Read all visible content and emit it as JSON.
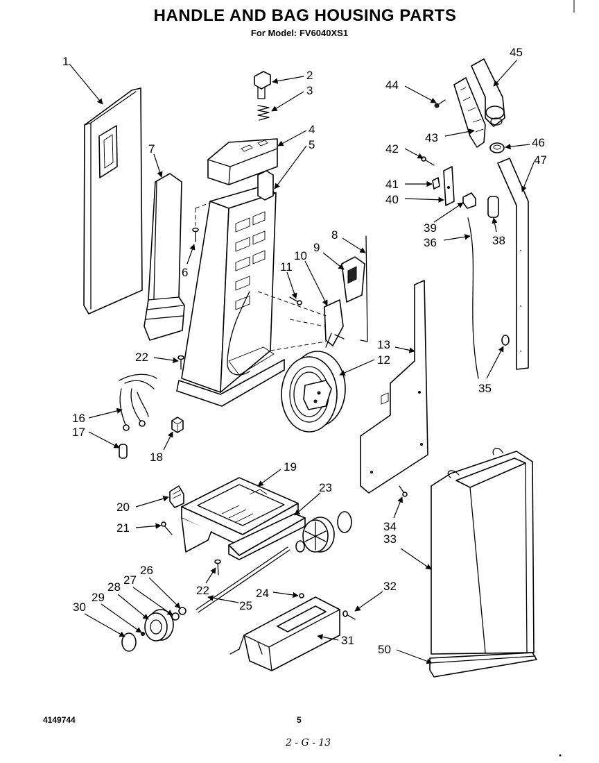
{
  "title": "HANDLE AND BAG HOUSING PARTS",
  "subtitle": "For Model: FV6040XS1",
  "callouts": [
    "1",
    "2",
    "3",
    "4",
    "5",
    "6",
    "7",
    "8",
    "9",
    "10",
    "11",
    "12",
    "13",
    "16",
    "17",
    "18",
    "19",
    "20",
    "21",
    "22",
    "22",
    "23",
    "24",
    "25",
    "26",
    "27",
    "28",
    "29",
    "30",
    "31",
    "32",
    "33",
    "34",
    "35",
    "36",
    "38",
    "39",
    "40",
    "41",
    "42",
    "43",
    "44",
    "45",
    "46",
    "47",
    "50"
  ],
  "footer": {
    "doc_number": "4149744",
    "page": "5",
    "handwritten_ref": "2 - G - 13"
  }
}
